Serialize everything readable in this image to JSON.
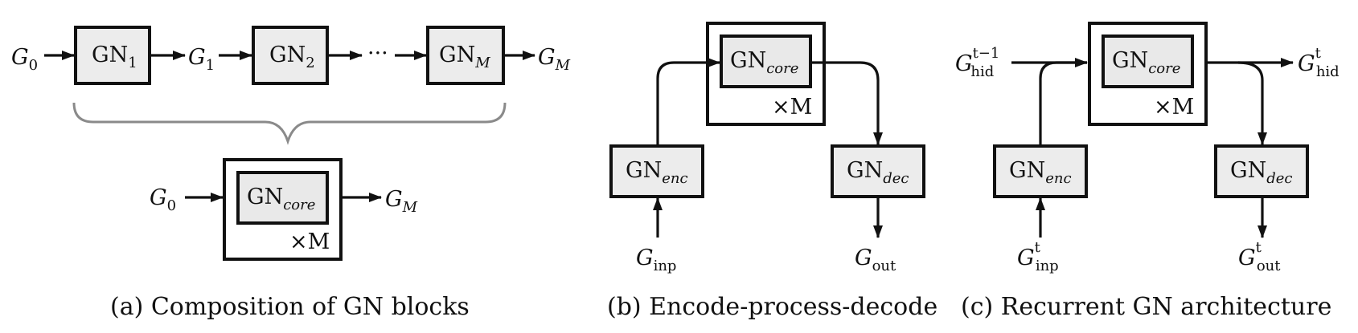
{
  "panel_a": {
    "caption": "(a) Composition of GN blocks",
    "chain": {
      "g0": {
        "base": "G",
        "sub": "0"
      },
      "gn1": {
        "base": "GN",
        "sub": "1"
      },
      "g1": {
        "base": "G",
        "sub": "1"
      },
      "gn2": {
        "base": "GN",
        "sub": "2"
      },
      "ellipsis": "···",
      "gnm": {
        "base": "GN",
        "sub": "M"
      },
      "gm": {
        "base": "G",
        "sub": "M"
      }
    },
    "compact": {
      "g0": {
        "base": "G",
        "sub": "0"
      },
      "core": {
        "base": "GN",
        "sub": "core"
      },
      "repeat": "×M",
      "gm": {
        "base": "G",
        "sub": "M"
      }
    }
  },
  "panel_b": {
    "caption": "(b) Encode-process-decode",
    "core": {
      "base": "GN",
      "sub": "core"
    },
    "repeat": "×M",
    "enc": {
      "base": "GN",
      "sub": "enc"
    },
    "dec": {
      "base": "GN",
      "sub": "dec"
    },
    "inp": {
      "base": "G",
      "sub": "inp"
    },
    "out": {
      "base": "G",
      "sub": "out"
    }
  },
  "panel_c": {
    "caption": "(c) Recurrent GN architecture",
    "hid_in": {
      "base": "G",
      "sub": "hid",
      "sup": "t−1"
    },
    "hid_out": {
      "base": "G",
      "sub": "hid",
      "sup": "t"
    },
    "core": {
      "base": "GN",
      "sub": "core"
    },
    "repeat": "×M",
    "enc": {
      "base": "GN",
      "sub": "enc"
    },
    "dec": {
      "base": "GN",
      "sub": "dec"
    },
    "inp": {
      "base": "G",
      "sub": "inp",
      "sup": "t"
    },
    "out": {
      "base": "G",
      "sub": "out",
      "sup": "t"
    }
  },
  "colors": {
    "box_fill": "#ececec",
    "stroke": "#111111",
    "brace": "#8a8a8a"
  }
}
